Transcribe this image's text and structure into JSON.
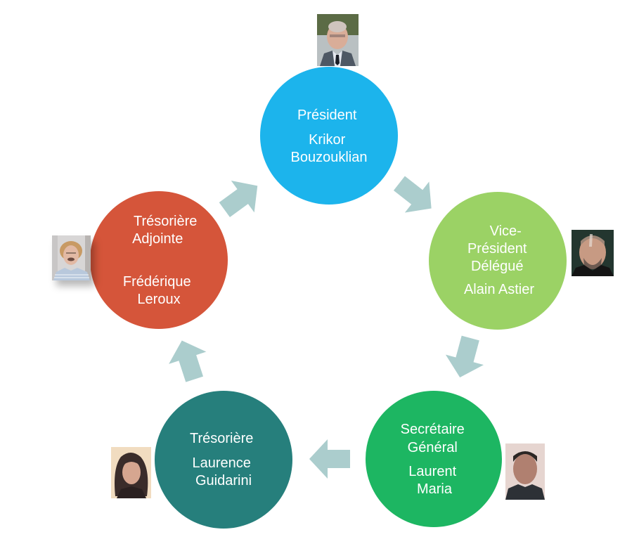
{
  "title": "Bureau organization cycle",
  "colors": {
    "arrow": "#ABCDCD",
    "text": "#FFFFFF"
  },
  "members": [
    {
      "id": "president",
      "role_lines": [
        "Président"
      ],
      "name_lines": [
        "Krikor",
        "Bouzouklian"
      ],
      "color": "#1CB4EC",
      "photo": "photo of Krikor Bouzouklian"
    },
    {
      "id": "vice-president",
      "role_lines": [
        "Vice-",
        "Président",
        "Délégué"
      ],
      "name_lines": [
        "Alain Astier"
      ],
      "color": "#9BD265",
      "photo": "photo of Alain Astier"
    },
    {
      "id": "secretaire",
      "role_lines": [
        "Secrétaire",
        "Général"
      ],
      "name_lines": [
        "Laurent",
        "Maria"
      ],
      "color": "#1DB662",
      "photo": "photo of Laurent Maria"
    },
    {
      "id": "tresoriere",
      "role_lines": [
        "Trésorière"
      ],
      "name_lines": [
        "Laurence",
        "Guidarini"
      ],
      "color": "#267F7C",
      "photo": "photo of Laurence Guidarini"
    },
    {
      "id": "tresoriere-adjointe",
      "role_lines": [
        "Trésorière",
        "Adjointe"
      ],
      "name_lines": [
        "Frédérique",
        "Leroux"
      ],
      "color": "#D5553A",
      "photo": "photo of Frédérique Leroux"
    }
  ],
  "arrows": [
    {
      "from": "president",
      "to": "vice-president",
      "icon": "arrow-icon"
    },
    {
      "from": "vice-president",
      "to": "secretaire",
      "icon": "arrow-icon"
    },
    {
      "from": "secretaire",
      "to": "tresoriere",
      "icon": "arrow-icon"
    },
    {
      "from": "tresoriere",
      "to": "tresoriere-adjointe",
      "icon": "arrow-icon"
    },
    {
      "from": "tresoriere-adjointe",
      "to": "president",
      "icon": "arrow-icon"
    }
  ]
}
